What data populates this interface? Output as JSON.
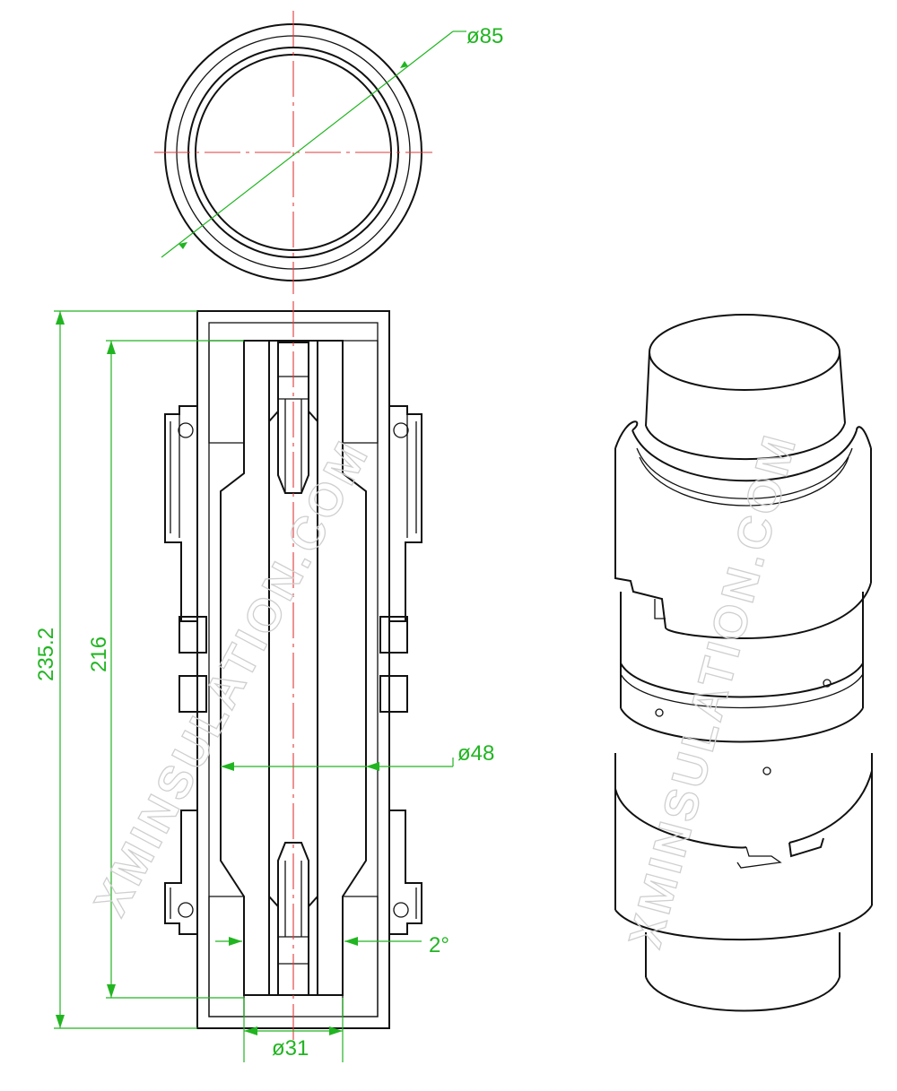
{
  "watermark": {
    "text": "XMINSULATION.COM"
  },
  "dimensions": {
    "outer_diameter": "ø85",
    "overall_length": "235.2",
    "inner_length": "216",
    "inner_diameter": "ø48",
    "taper_angle": "2°",
    "shaft_diameter": "ø31"
  },
  "colors": {
    "outline": "#111111",
    "dimension": "#21b521",
    "centerline": "#e23a3a",
    "watermark": "#cfcfcf"
  }
}
